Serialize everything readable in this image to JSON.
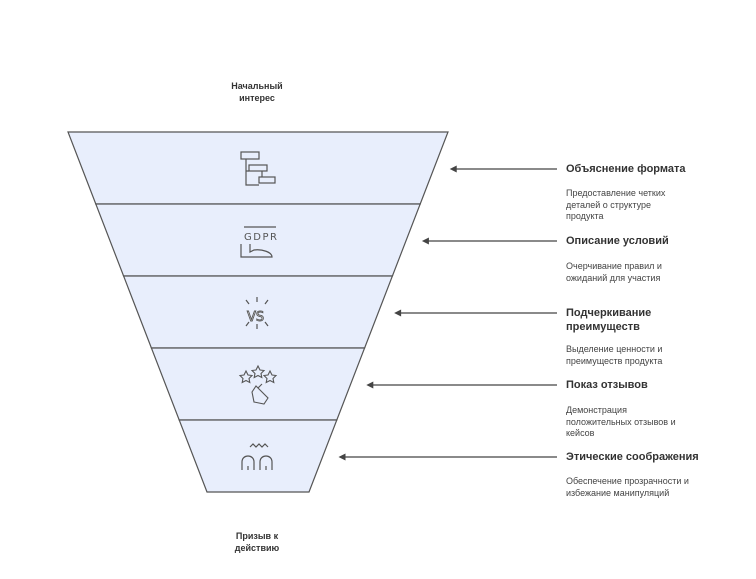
{
  "labels": {
    "top": "Начальный\nинтерес",
    "bottom": "Призыв к\nдействию"
  },
  "colors": {
    "fill": "#e8eefc",
    "stroke": "#555555",
    "arrow": "#444444"
  },
  "steps": [
    {
      "icon": "document-structure-icon",
      "title": "Объяснение формата",
      "desc": "Предоставление четких\nдеталей о структуре\nпродукта"
    },
    {
      "icon": "gdpr-icon",
      "icon_text": "GDPR",
      "title": "Описание условий",
      "desc": "Очерчивание правил и\nожиданий для участия"
    },
    {
      "icon": "versus-icon",
      "icon_text": "VS",
      "title": "Подчеркивание\nпреимуществ",
      "desc": "Выделение ценности и\nпреимуществ продукта"
    },
    {
      "icon": "stars-rating-icon",
      "title": "Показ отзывов",
      "desc": "Демонстрация\nположительных отзывов и\nкейсов"
    },
    {
      "icon": "people-ethics-icon",
      "title": "Этические соображения",
      "desc": "Обеспечение прозрачности и\nизбежание манипуляций"
    }
  ]
}
